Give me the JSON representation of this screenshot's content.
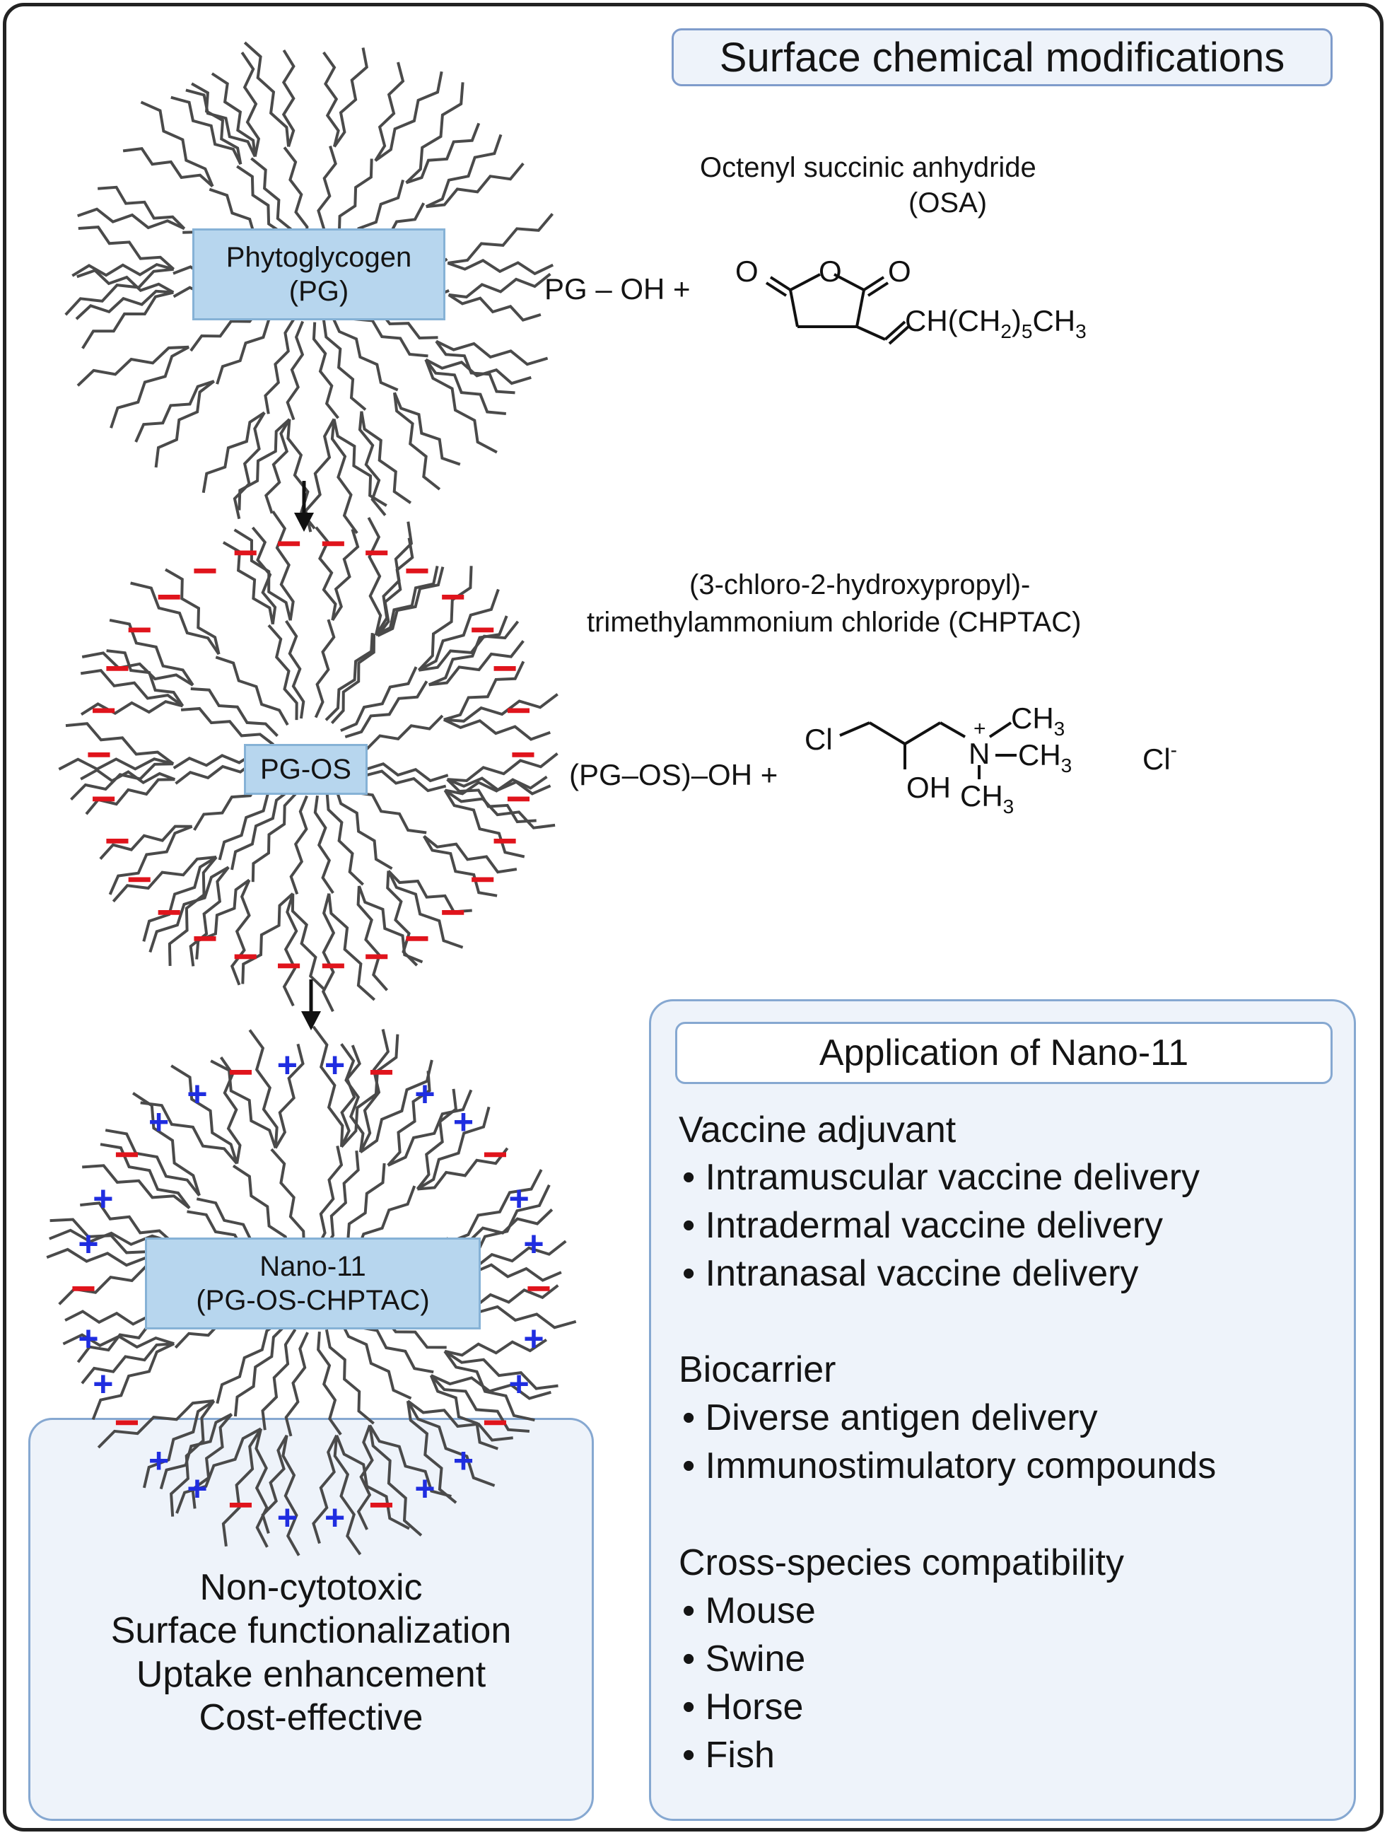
{
  "header": {
    "title": "Surface chemical modifications"
  },
  "particles": {
    "pg": {
      "line1": "Phytoglycogen",
      "line2": "(PG)"
    },
    "pgos": {
      "label": "PG-OS"
    },
    "nano": {
      "line1": "Nano-11",
      "line2": "(PG-OS-CHPTAC)"
    }
  },
  "reaction1": {
    "reagent_name": "Octenyl succinic anhydride",
    "reagent_abbr": "(OSA)",
    "reactant": "PG – OH +",
    "atom_o": "O",
    "side_chain": "CH(CH",
    "sub2": "2",
    "sub5": "5",
    "sub3": "3",
    "paren_close": ")",
    "ch": "CH"
  },
  "reaction2": {
    "reagent_name_line1": "(3-chloro-2-hydroxypropyl)-",
    "reagent_name_line2": "trimethylammonium chloride (CHPTAC)",
    "reactant": "(PG–OS)–OH +",
    "atom_cl": "Cl",
    "atom_oh": "OH",
    "atom_n": "N",
    "plus": "+",
    "ch3_text": "CH",
    "sub3": "3",
    "counter_ion": "Cl",
    "minus": "-"
  },
  "charges": {
    "negative": "−",
    "positive": "+",
    "negative_color": "#e0141c",
    "positive_color": "#1f2de0"
  },
  "properties": {
    "items": [
      "Non-cytotoxic",
      "Surface functionalization",
      "Uptake enhancement",
      "Cost-effective"
    ]
  },
  "applications": {
    "title": "Application of Nano-11",
    "groups": [
      {
        "name": "Vaccine adjuvant",
        "items": [
          "Intramuscular vaccine delivery",
          "Intradermal vaccine delivery",
          "Intranasal vaccine delivery"
        ]
      },
      {
        "name": "Biocarrier",
        "items": [
          "Diverse antigen delivery",
          "Immunostimulatory compounds"
        ]
      },
      {
        "name": "Cross-species compatibility",
        "items": [
          "Mouse",
          "Swine",
          "Horse",
          "Fish"
        ]
      }
    ],
    "bullet": "•"
  },
  "colors": {
    "panel_bg": "#eef3fa",
    "panel_border": "#86a8d1",
    "label_fill": "#b7d6ee",
    "branch": "#4a4a4a"
  }
}
